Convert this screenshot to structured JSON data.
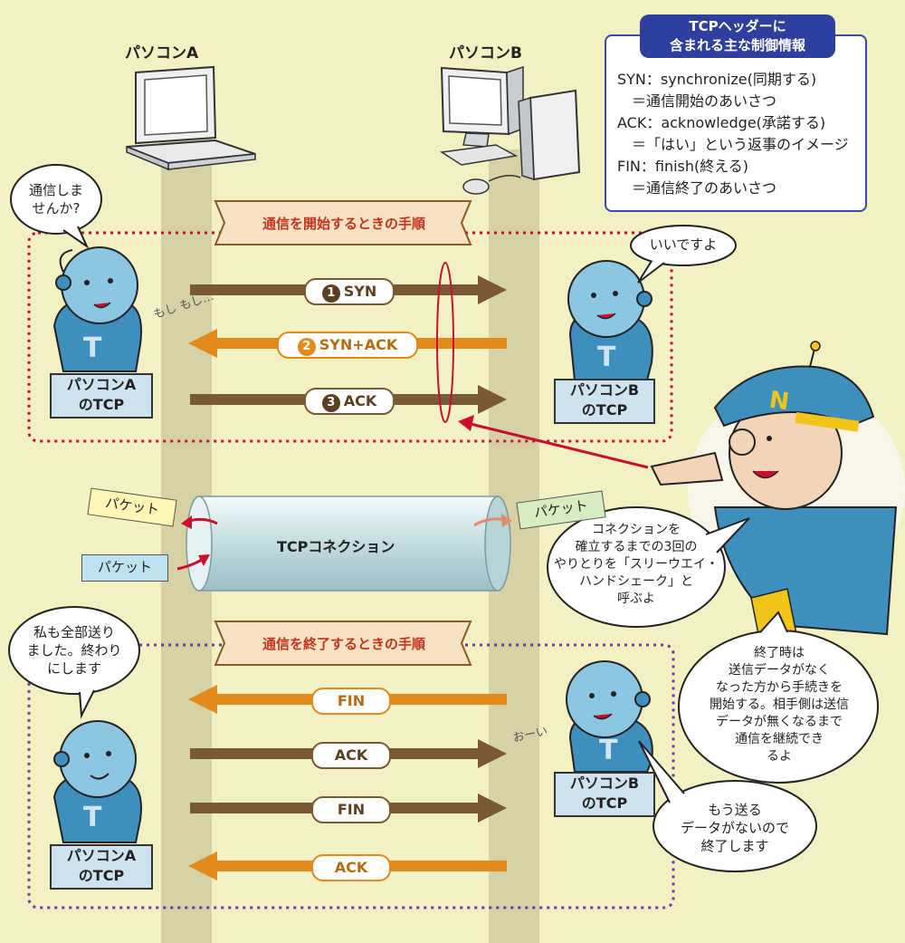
{
  "computers": {
    "a_label": "パソコンA",
    "b_label": "パソコンB"
  },
  "info_box": {
    "title_line1": "TCPヘッダーに",
    "title_line2": "含まれる主な制御情報",
    "lines": [
      "SYN：synchronize(同期する)",
      "＝通信開始のあいさつ",
      "ACK：acknowledge(承諾する)",
      "＝「はい」という返事のイメージ",
      "FIN：finish(終える)",
      "＝通信終了のあいさつ"
    ]
  },
  "start_section": {
    "ribbon": "通信を開始するときの手順",
    "bubble_a_line1": "通信しま",
    "bubble_a_line2": "せんか?",
    "bubble_b": "いいですよ",
    "mutter": "もし もし…",
    "tcp_a_line1": "パソコンA",
    "tcp_a_line2": "のTCP",
    "tcp_b_line1": "パソコンB",
    "tcp_b_line2": "のTCP",
    "steps": [
      {
        "num": "1",
        "label": "SYN"
      },
      {
        "num": "2",
        "label": "SYN+ACK"
      },
      {
        "num": "3",
        "label": "ACK"
      }
    ]
  },
  "connection": {
    "label": "TCPコネクション",
    "packet_out_left": "パケット",
    "packet_in_left": "パケット",
    "packet_out_right": "パケット"
  },
  "guide": {
    "handshake_lines": [
      "コネクションを",
      "確立するまでの3回の",
      "やりとりを「スリーウエイ・",
      "ハンドシェーク」と",
      "呼ぶよ"
    ],
    "end_lines": [
      "終了時は",
      "送信データがなく",
      "なった方から手続きを",
      "開始する。相手側は送信",
      "データが無くなるまで",
      "通信を継続でき",
      "るよ"
    ],
    "hat_letter": "N"
  },
  "end_section": {
    "ribbon": "通信を終了するときの手順",
    "bubble_a_lines": [
      "私も全部送り",
      "ました。終わり",
      "にします"
    ],
    "bubble_b_lines": [
      "もう送る",
      "データがないので",
      "終了します"
    ],
    "call": "おーい",
    "tcp_a_line1": "パソコンA",
    "tcp_a_line2": "のTCP",
    "tcp_b_line1": "パソコンB",
    "tcp_b_line2": "のTCP",
    "steps": [
      "FIN",
      "ACK",
      "FIN",
      "ACK"
    ]
  }
}
